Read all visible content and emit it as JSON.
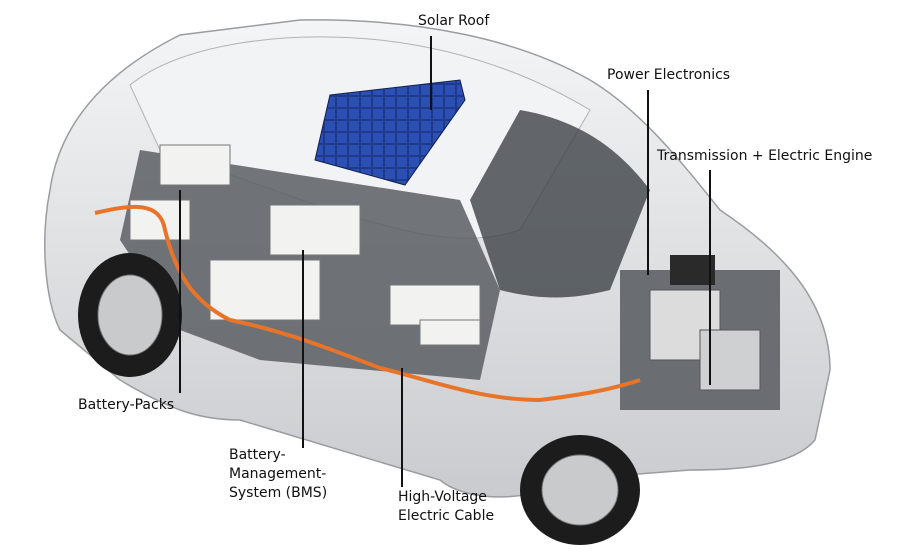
{
  "labels": {
    "solar_roof": "Solar Roof",
    "power_electronics": "Power Electronics",
    "transmission": "Transmission + Electric Engine",
    "battery_packs": "Battery-Packs",
    "bms_line1": "Battery-",
    "bms_line2": "Management-",
    "bms_line3": "System (BMS)",
    "cable_line1": "High-Voltage",
    "cable_line2": "Electric Cable"
  },
  "colors": {
    "car_body": "#e6e7e9",
    "solar_panel": "#1f3a8a",
    "cable": "#e8742a",
    "leader_line": "#111111"
  }
}
